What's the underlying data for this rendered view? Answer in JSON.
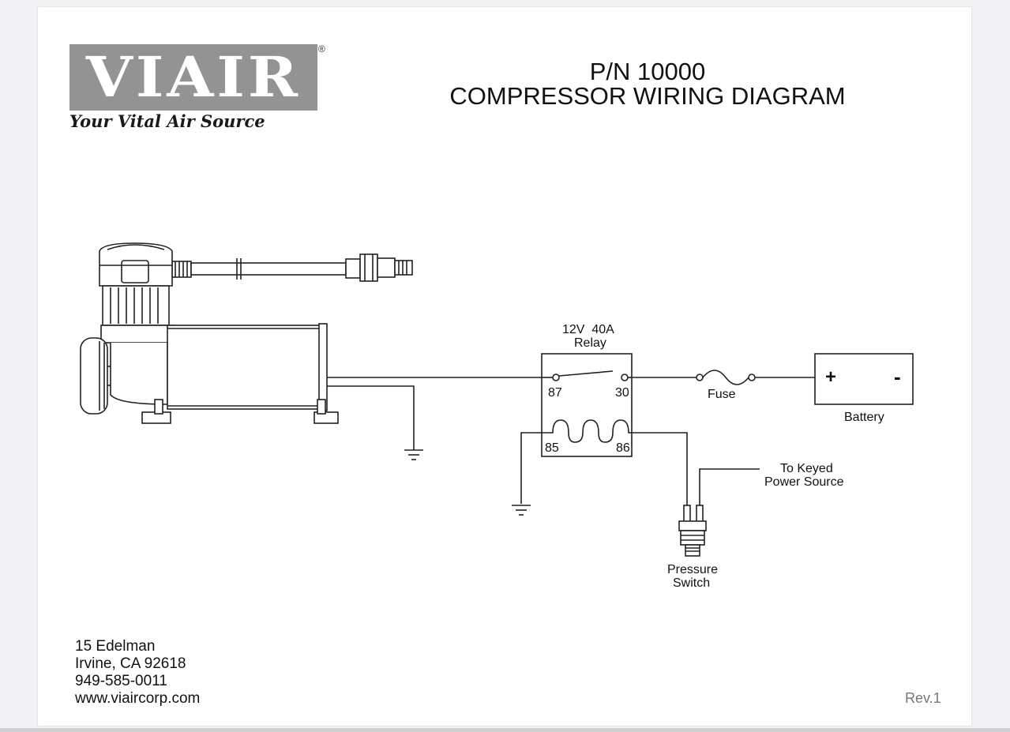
{
  "logo": {
    "brand": "VIAIR",
    "registered_mark": "®",
    "tagline": "Your Vital Air Source"
  },
  "title": {
    "part_number": "P/N 10000",
    "name": "COMPRESSOR WIRING DIAGRAM"
  },
  "diagram": {
    "relay": {
      "rating": "12V  40A",
      "name": "Relay",
      "pins": {
        "p87": "87",
        "p30": "30",
        "p85": "85",
        "p86": "86"
      }
    },
    "fuse_label": "Fuse",
    "battery": {
      "label": "Battery",
      "positive": "+",
      "negative": "-"
    },
    "power_source": {
      "line1": "To Keyed",
      "line2": "Power Source"
    },
    "pressure_switch": {
      "line1": "Pressure",
      "line2": "Switch"
    }
  },
  "footer": {
    "address": [
      "15 Edelman",
      "Irvine, CA 92618",
      "949-585-0011",
      "www.viaircorp.com"
    ],
    "revision": "Rev.1"
  }
}
